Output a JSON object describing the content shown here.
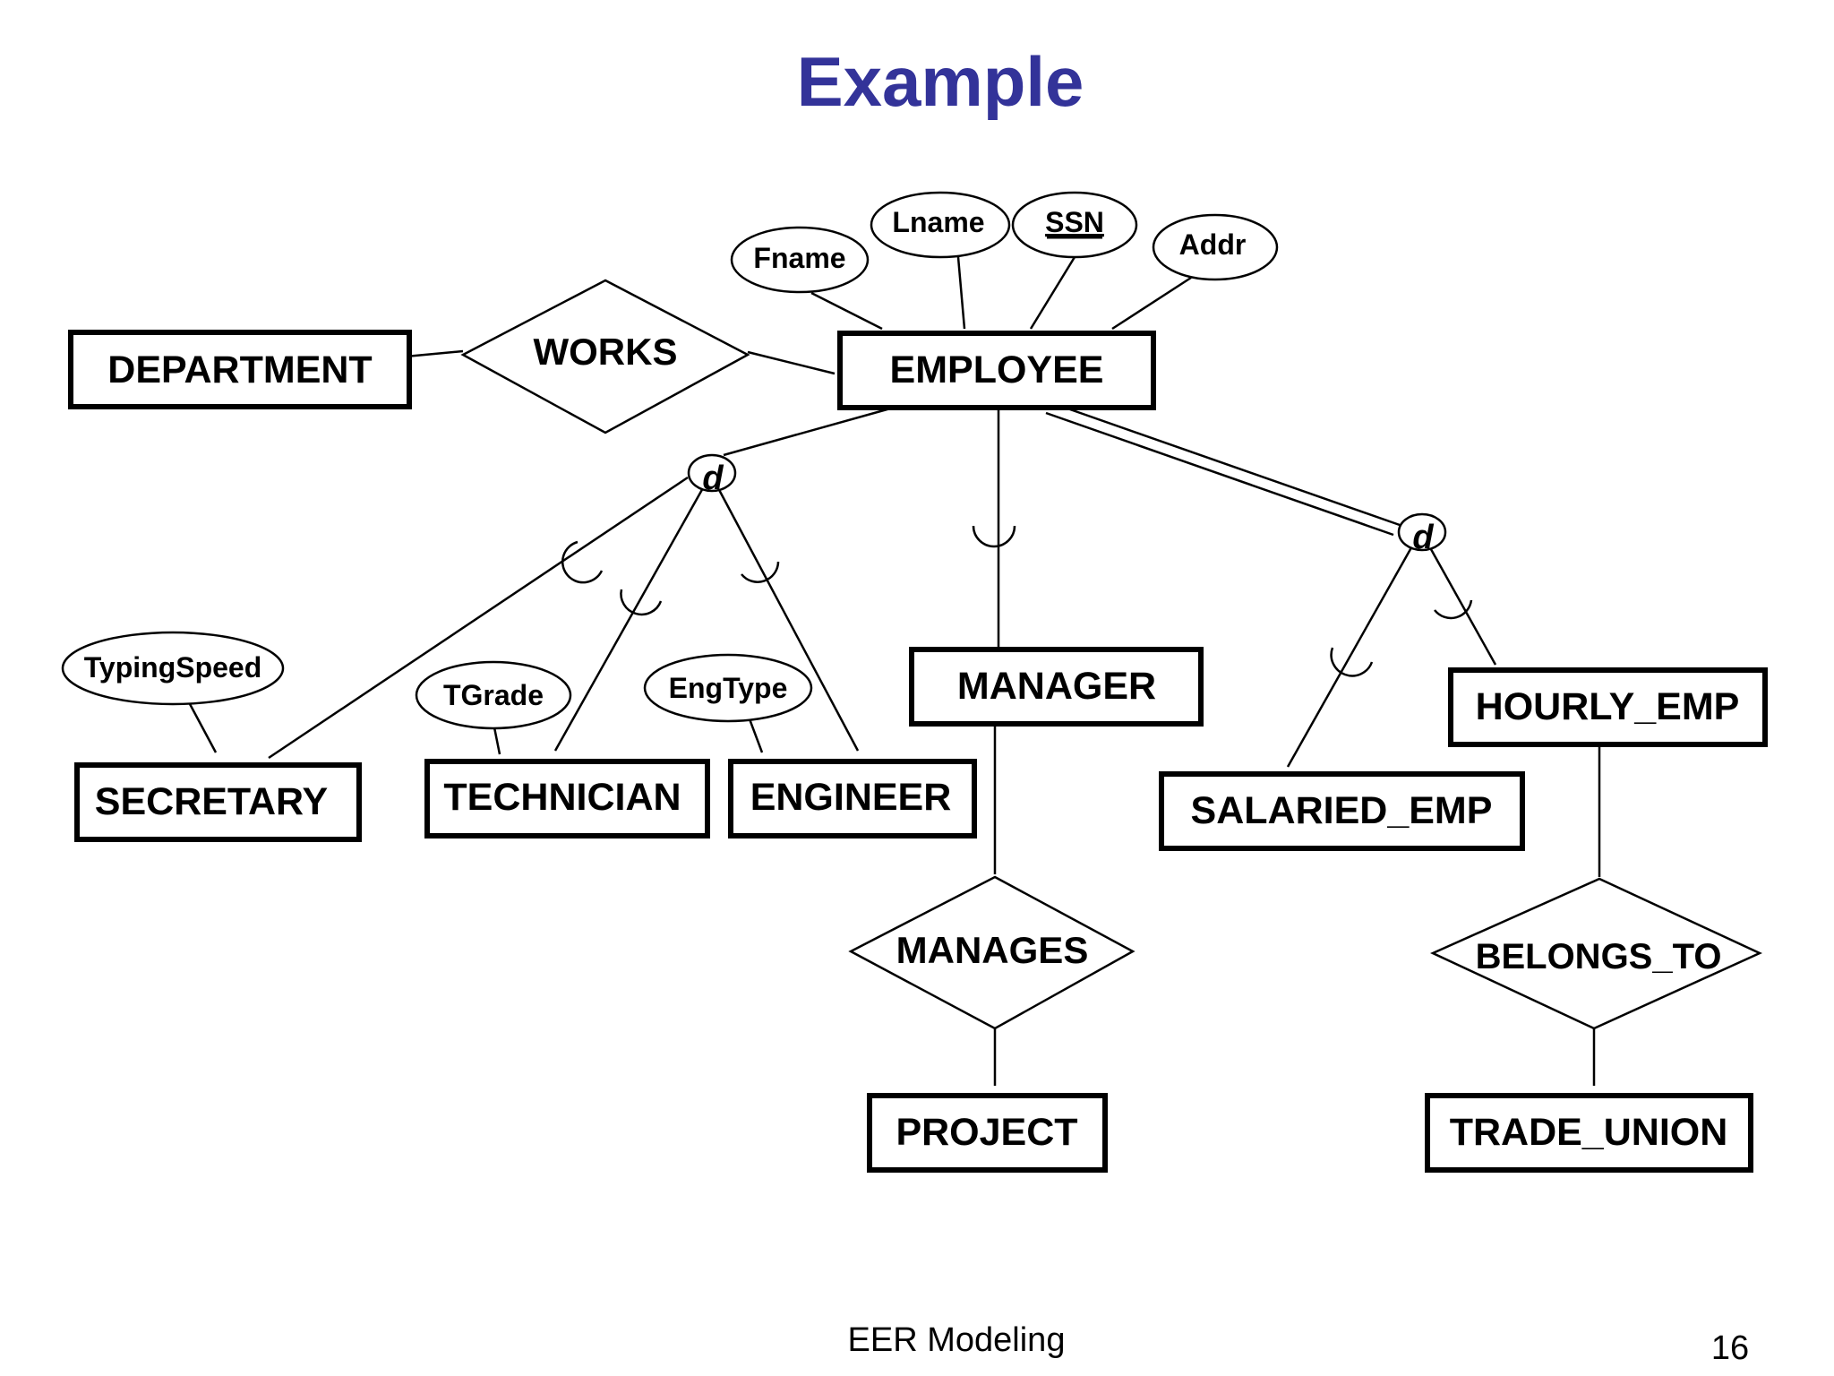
{
  "title": "Example",
  "entities": {
    "department": "DEPARTMENT",
    "employee": "EMPLOYEE",
    "secretary": "SECRETARY",
    "technician": "TECHNICIAN",
    "engineer": "ENGINEER",
    "manager": "MANAGER",
    "salaried_emp": "SALARIED_EMP",
    "hourly_emp": "HOURLY_EMP",
    "project": "PROJECT",
    "trade_union": "TRADE_UNION"
  },
  "relationships": {
    "works": "WORKS",
    "manages": "MANAGES",
    "belongs_to": "BELONGS_TO"
  },
  "attributes": {
    "fname": "Fname",
    "lname": "Lname",
    "ssn": "SSN",
    "addr": "Addr",
    "typing_speed": "TypingSpeed",
    "tgrade": "TGrade",
    "eng_type": "EngType"
  },
  "specialization_marks": {
    "left": "d",
    "right": "d"
  },
  "footer": {
    "caption": "EER Modeling",
    "page_number": "16"
  }
}
